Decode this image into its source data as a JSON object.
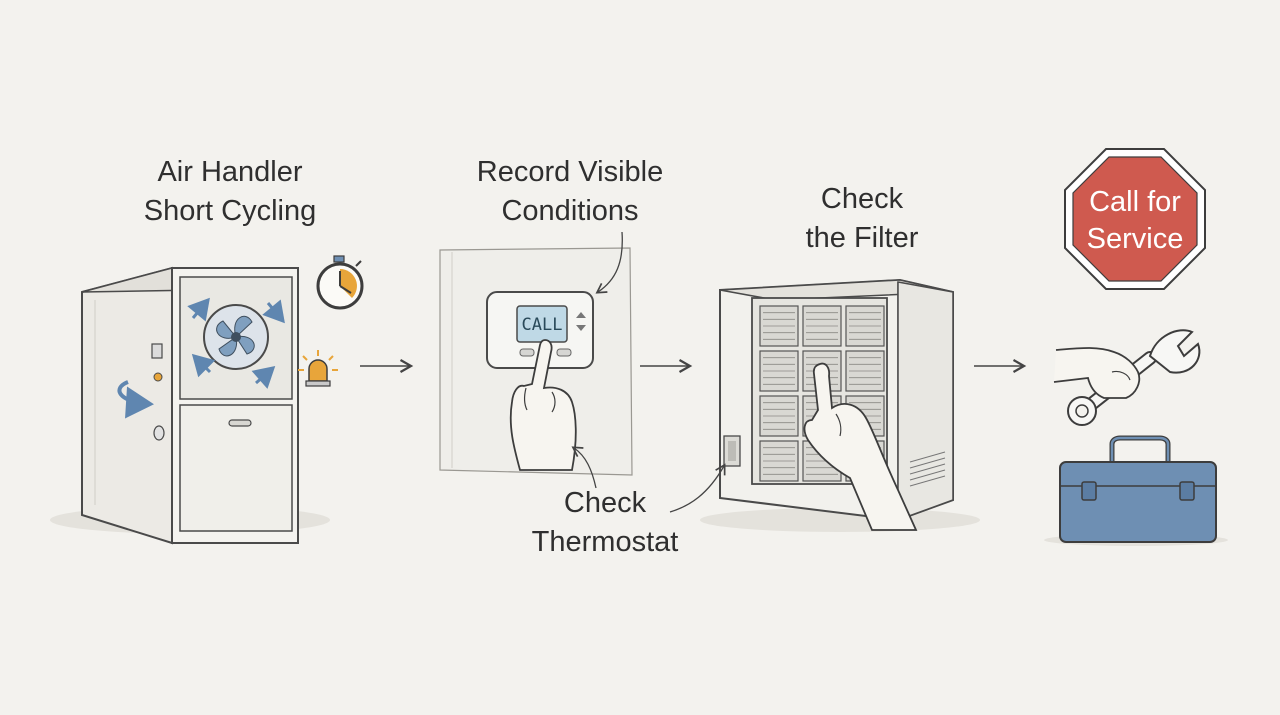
{
  "steps": [
    {
      "line1": "Air Handler",
      "line2": "Short Cycling"
    },
    {
      "line1": "Record Visible",
      "line2": "Conditions"
    },
    {
      "line1": "Check",
      "line2": "the Filter"
    },
    {
      "line1": "Call for",
      "line2": "Service"
    }
  ],
  "callout": {
    "line1": "Check",
    "line2": "Thermostat"
  },
  "thermostat_display": "CALL",
  "colors": {
    "background": "#f3f2ee",
    "ink": "#3d3d3d",
    "stop_sign": "#cf5a4f",
    "toolbox": "#6e8fb3",
    "fan_blade": "#7f9fbf",
    "arrow_blue": "#5f86b0",
    "indicator_orange": "#e8a53a"
  },
  "icons": [
    "air-handler-icon",
    "fan-icon",
    "timer-icon",
    "alert-light-icon",
    "thermostat-icon",
    "hand-icon",
    "filter-unit-icon",
    "stop-sign-icon",
    "wrench-icon",
    "toolbox-icon",
    "arrow-right-icon"
  ]
}
